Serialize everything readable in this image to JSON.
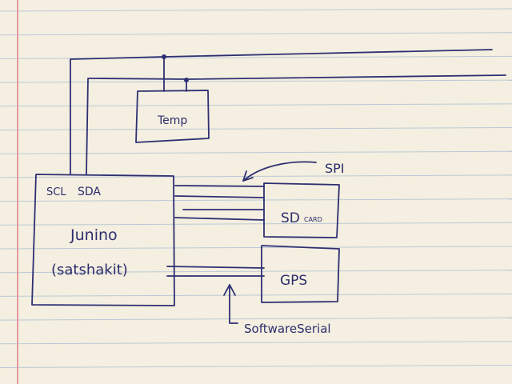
{
  "colors": {
    "paper": "#f4efe0",
    "rule_line": "#a9bcd3",
    "margin_line": "#e79aa0",
    "ink": "#2e2f73",
    "text": "#2d2d6e"
  },
  "labels": {
    "temp": "Temp",
    "scl": "SCL",
    "sda": "SDA",
    "junino": "Junino",
    "satshakit": "(satshakit)",
    "sd_card": "SD",
    "sd_card_small": "CARD",
    "gps": "GPS",
    "spi": "SPI",
    "software_serial": "SoftwareSerial"
  }
}
